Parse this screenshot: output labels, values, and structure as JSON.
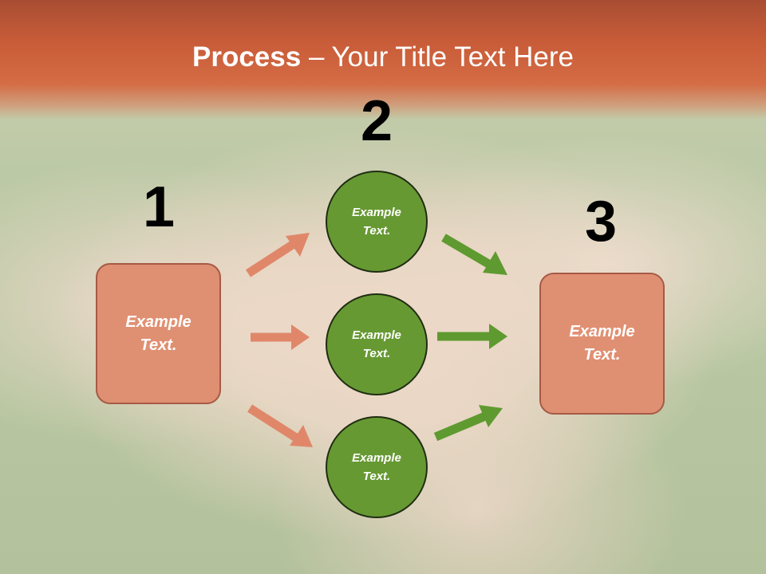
{
  "title": {
    "bold": "Process",
    "rest": " – Your Title Text Here"
  },
  "steps": {
    "one": {
      "number": "1",
      "line1": "Example",
      "line2": "Text."
    },
    "two": {
      "number": "2",
      "nodes": [
        {
          "line1": "Example",
          "line2": "Text."
        },
        {
          "line1": "Example",
          "line2": "Text."
        },
        {
          "line1": "Example",
          "line2": "Text."
        }
      ]
    },
    "three": {
      "number": "3",
      "line1": "Example",
      "line2": "Text."
    }
  },
  "colors": {
    "title_bar": "#c85c38",
    "box_fill": "#e09072",
    "box_border": "#a55a45",
    "circle_fill": "#679933",
    "circle_border": "#1f2d12",
    "arrow_orange": "#e0876a",
    "arrow_green": "#5f9a30"
  },
  "icons": {
    "arrows": "arrow-right-icon"
  }
}
